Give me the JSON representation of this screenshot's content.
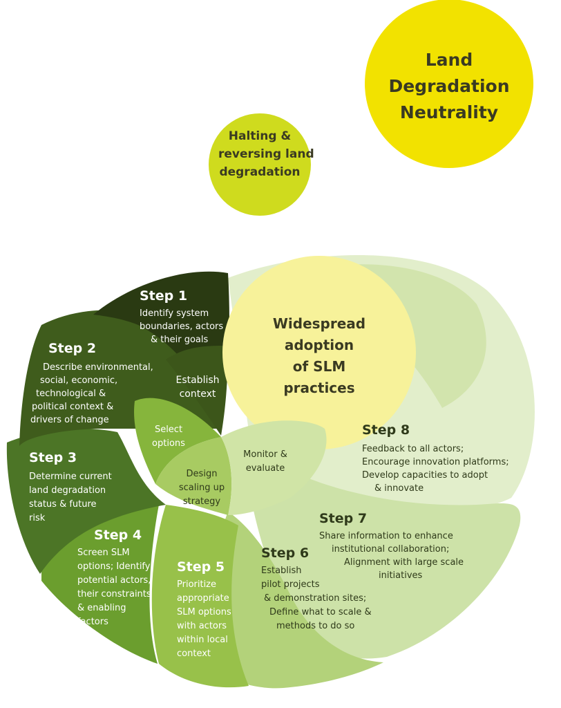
{
  "goal": {
    "lines": [
      "Land",
      "Degradation",
      "Neutrality"
    ]
  },
  "outcome": {
    "lines": [
      "Halting &",
      "reversing land",
      "degradation"
    ]
  },
  "center": {
    "lines": [
      "Widespread",
      "adoption",
      "of SLM",
      "practices"
    ]
  },
  "phases": {
    "establish": [
      "Establish",
      "context"
    ],
    "select": [
      "Select",
      "options"
    ],
    "design": [
      "Design",
      "scaling up",
      "strategy"
    ],
    "monitor": [
      "Monitor &",
      "evaluate"
    ]
  },
  "steps": [
    {
      "title": "Step 1",
      "lines": [
        "Identify system",
        "boundaries, actors",
        "& their goals"
      ]
    },
    {
      "title": "Step 2",
      "lines": [
        "Describe environmental,",
        "social, economic,",
        "technological &",
        "political context &",
        "drivers of change"
      ]
    },
    {
      "title": "Step 3",
      "lines": [
        "Determine current",
        "land degradation",
        "status & future",
        "risk"
      ]
    },
    {
      "title": "Step 4",
      "lines": [
        "Screen SLM",
        "options; Identify",
        "potential actors,",
        "their constraints",
        "& enabling",
        "factors"
      ]
    },
    {
      "title": "Step 5",
      "lines": [
        "Prioritize",
        "appropriate",
        "SLM options",
        "with actors",
        "within local",
        "context"
      ]
    },
    {
      "title": "Step 6",
      "lines": [
        "Establish",
        "pilot projects",
        "& demonstration sites;",
        "Define what to scale &",
        "methods to do so"
      ]
    },
    {
      "title": "Step 7",
      "lines": [
        "Share information to enhance",
        "institutional collaboration;",
        "Alignment with large scale",
        "initiatives"
      ]
    },
    {
      "title": "Step 8",
      "lines": [
        "Feedback to all actors;",
        "Encourage innovation platforms;",
        "Develop capacities to adopt",
        "& innovate"
      ]
    }
  ],
  "colors": {
    "goal_circle": "#f2e200",
    "outcome_circle": "#cfdb1e",
    "center_circle": "#f7f29a",
    "step1": "#2a3a12",
    "step2": "#3f5c1c",
    "step3": "#4c7526",
    "step4": "#6b9e2e",
    "step5": "#98c14a",
    "step6": "#b3d27a",
    "step7": "#cde2a8",
    "step8": "#e2eecb"
  }
}
